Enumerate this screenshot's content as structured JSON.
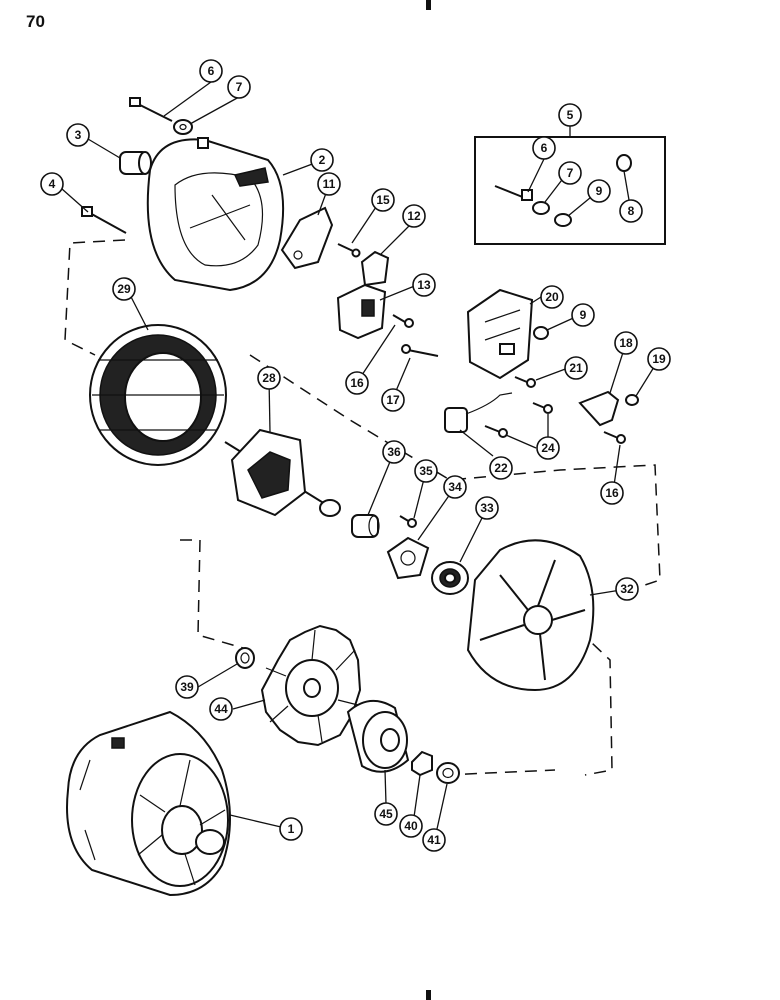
{
  "page_number": "70",
  "callouts": [
    "1",
    "2",
    "3",
    "4",
    "5",
    "6",
    "7",
    "8",
    "9",
    "11",
    "12",
    "13",
    "15",
    "16",
    "17",
    "18",
    "19",
    "20",
    "21",
    "22",
    "24",
    "28",
    "29",
    "32",
    "33",
    "34",
    "35",
    "36",
    "39",
    "40",
    "41",
    "44",
    "45"
  ]
}
